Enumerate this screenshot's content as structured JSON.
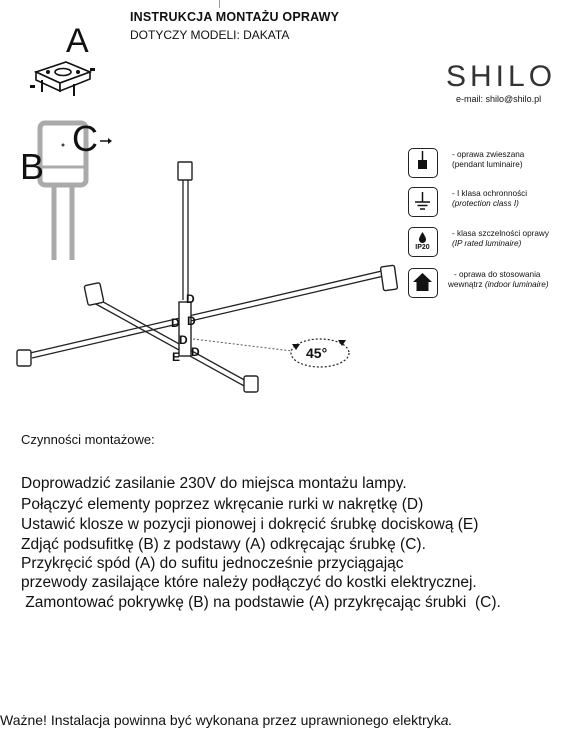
{
  "header": {
    "title": "INSTRUKCJA MONTAŻU OPRAWY",
    "subtitle": "DOTYCZY MODELI: DAKATA"
  },
  "brand": {
    "logo_text": "SHILO",
    "email": "e-mail: shilo@shilo.pl"
  },
  "diagram_labels": {
    "a": "A",
    "b": "B",
    "c": "C",
    "d": "D",
    "e": "E",
    "angle": "45°"
  },
  "legend": [
    {
      "icon": "pendant-icon",
      "line1": "- oprawa zwieszana",
      "line2": "(pendant luminaire)"
    },
    {
      "icon": "protection-class-icon",
      "line1": "- I klasa ochronności",
      "line2": "(protection class I)"
    },
    {
      "icon": "ip20-icon",
      "badge": "IP20",
      "line1": "- klasa szczelności oprawy",
      "line2": "(IP rated luminaire)"
    },
    {
      "icon": "indoor-icon",
      "line1": "- oprawa do stosowania",
      "line2_plain": "wewnątrz ",
      "line2_italic": "(indoor luminaire)"
    }
  ],
  "instructions": {
    "heading": "Czynności montażowe:",
    "steps": [
      "Doprowadzić zasilanie 230V do miejsca montażu lampy.",
      "Połączyć elementy  poprzez wkręcanie rurki w nakrętkę (D)",
      "Ustawić klosze w pozycji pionowej i dokręcić śrubkę dociskową (E)",
      "Zdjąć podsufitkę (B) z podstawy (A) odkręcając śrubkę (C).",
      "Przykręcić spód (A) do sufitu jednocześnie przyciągając",
      "przewody zasilające które należy podłączyć do kostki elektrycznej.",
      " Zamontować pokrywkę (B) na podstawie (A) przykręcając śrubki  (C)."
    ]
  },
  "footer": {
    "warning_main": "Ważne! Instalacja powinna być wykonana przez uprawnionego elektryk",
    "warning_end": "a."
  }
}
